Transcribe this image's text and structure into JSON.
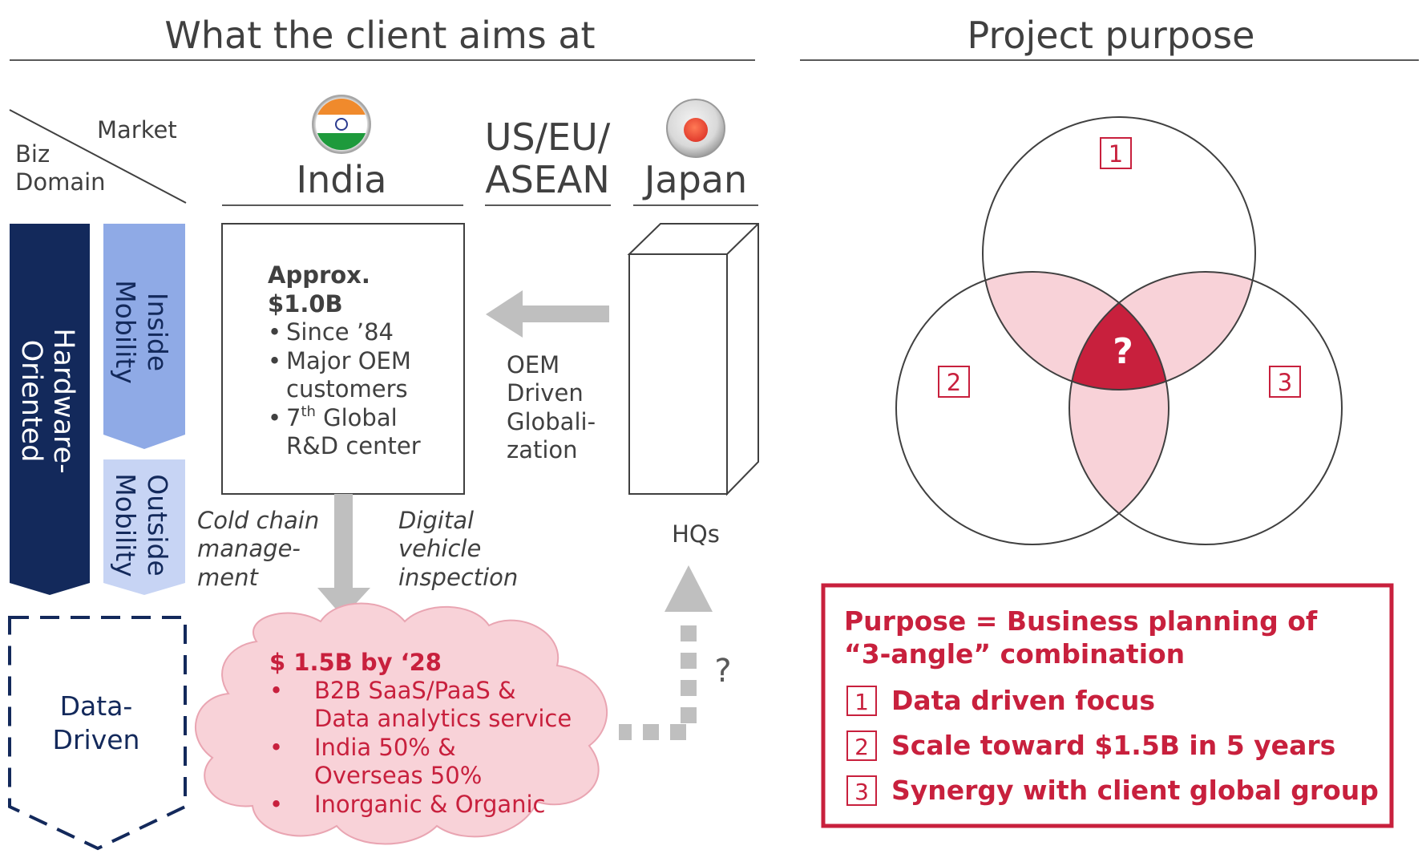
{
  "left_panel": {
    "title": "What the client aims at",
    "header_market": "Market",
    "header_biz": [
      "Biz",
      "Domain"
    ],
    "columns": {
      "india": "India",
      "useu": [
        "US/EU/",
        "ASEAN"
      ],
      "japan": "Japan"
    },
    "rows": {
      "hardware": [
        "Hardware-",
        "Oriented"
      ],
      "inside": [
        "Inside",
        "Mobility"
      ],
      "outside": [
        "Outside",
        "Mobility"
      ],
      "data_driven": [
        "Data-",
        "Driven"
      ]
    },
    "india_box": {
      "line1": "Approx.",
      "line2": "$1.0B",
      "bullets": [
        {
          "bullet": "•",
          "text": "Since ’84"
        },
        {
          "bullet": "•",
          "text": "Major OEM"
        },
        {
          "bullet": "",
          "text": "customers"
        },
        {
          "bullet": "•",
          "text": "7",
          "sup": "th",
          "rest": " Global"
        },
        {
          "bullet": "",
          "text": "R&D center"
        }
      ]
    },
    "oem_label": [
      "OEM",
      "Driven",
      "Globali-",
      "zation"
    ],
    "hqs_label": "HQs",
    "question_small": "?",
    "cold_chain": [
      "Cold chain",
      "manage-",
      "ment"
    ],
    "digital_inspection": [
      "Digital",
      "vehicle",
      "inspection"
    ],
    "cloud": {
      "headline": "$ 1.5B by ‘28",
      "lines": [
        {
          "bullet": "•",
          "text": "B2B SaaS/PaaS &"
        },
        {
          "bullet": "",
          "text": "Data analytics service"
        },
        {
          "bullet": "•",
          "text": "India 50% &"
        },
        {
          "bullet": "",
          "text": "Overseas 50%"
        },
        {
          "bullet": "•",
          "text": "Inorganic & Organic"
        }
      ]
    }
  },
  "right_panel": {
    "title": "Project purpose",
    "venn": {
      "label_1": "1",
      "label_2": "2",
      "label_3": "3",
      "center": "?"
    },
    "purpose_box": {
      "heading_line1": "Purpose = Business planning of",
      "heading_line2": "“3-angle” combination",
      "items": [
        {
          "num": "1",
          "text": "Data driven focus"
        },
        {
          "num": "2",
          "text": "Scale toward $1.5B in 5 years"
        },
        {
          "num": "3",
          "text": "Synergy with client global group"
        }
      ]
    }
  },
  "colors": {
    "navy": "#13295b",
    "blue_mid": "#8faae6",
    "blue_light": "#c7d4f4",
    "red": "#c8203d",
    "pink": "#f8d2d8",
    "pink_stroke": "#e9a5b2",
    "gray_arrow": "#bfbfbf",
    "text_gray": "#404040"
  }
}
